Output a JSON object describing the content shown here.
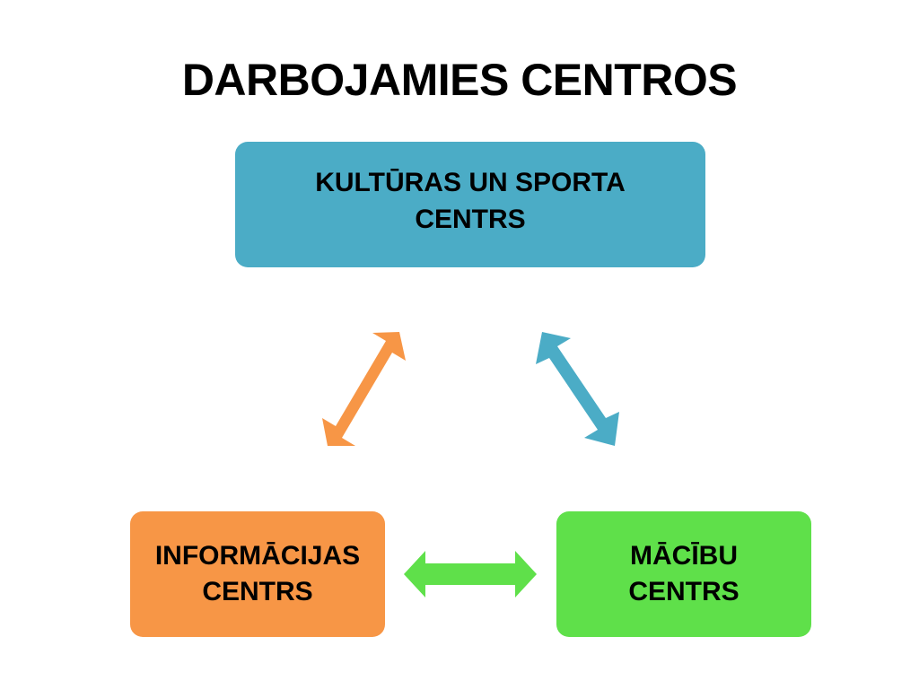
{
  "title": "DARBOJAMIES CENTROS",
  "nodes": {
    "top": {
      "label": "KULTŪRAS UN SPORTA\nCENTRS",
      "color": "#4bacc6"
    },
    "left": {
      "label": "INFORMĀCIJAS\nCENTRS",
      "color": "#f79646"
    },
    "right": {
      "label": "MĀCĪBU\nCENTRS",
      "color": "#5fe04a"
    }
  },
  "edges": [
    {
      "from": "left",
      "to": "top",
      "type": "bidirectional",
      "color": "#f79646"
    },
    {
      "from": "top",
      "to": "right",
      "type": "bidirectional",
      "color": "#4bacc6"
    },
    {
      "from": "left",
      "to": "right",
      "type": "bidirectional",
      "color": "#5fe04a"
    }
  ]
}
